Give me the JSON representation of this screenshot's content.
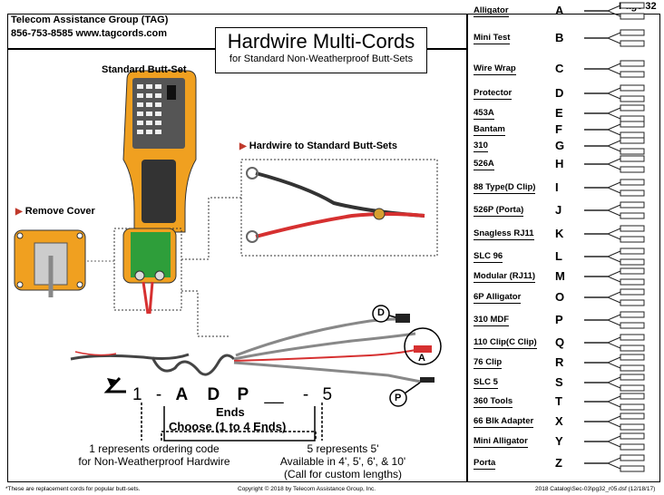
{
  "page_number": "Page 32",
  "company": {
    "name": "Telecom Assistance Group (TAG)",
    "contact": "856-753-8585  www.tagcords.com"
  },
  "title": {
    "main": "Hardwire Multi-Cords",
    "sub": "for Standard Non-Weatherproof Butt-Sets"
  },
  "labels": {
    "butt_set": "Standard Butt-Set",
    "remove_cover": "Remove Cover",
    "hardwire": "Hardwire to Standard Butt-Sets",
    "callout_d": "D",
    "callout_a": "A",
    "callout_p": "P"
  },
  "order_code": {
    "c1": "1",
    "d1": "-",
    "c2": "A",
    "c3": "D",
    "c4": "P",
    "c5": "__",
    "d2": "-",
    "c6": "5",
    "ends_title": "Ends",
    "ends_choose": "Choose (1  to  4 Ends)",
    "note_left_1": "1 represents ordering code",
    "note_left_2": "for Non-Weatherproof Hardwire",
    "note_right_1": "5 represents 5'",
    "note_right_2": "Available in 4', 5', 6', & 10'",
    "note_right_3": "(Call for custom lengths)"
  },
  "connectors": [
    {
      "label": "Alligator",
      "letter": "A"
    },
    {
      "label": "Mini Test",
      "letter": "B"
    },
    {
      "label": "Wire Wrap",
      "letter": "C"
    },
    {
      "label": "Protector",
      "letter": "D"
    },
    {
      "label": "453A",
      "letter": "E"
    },
    {
      "label": "Bantam",
      "letter": "F"
    },
    {
      "label": "310",
      "letter": "G"
    },
    {
      "label": "526A",
      "letter": "H"
    },
    {
      "label": "88 Type(D Clip)",
      "letter": "I"
    },
    {
      "label": "526P (Porta)",
      "letter": "J"
    },
    {
      "label": "Snagless RJ11",
      "letter": "K"
    },
    {
      "label": "SLC 96",
      "letter": "L"
    },
    {
      "label": "Modular (RJ11)",
      "letter": "M"
    },
    {
      "label": "6P Alligator",
      "letter": "O"
    },
    {
      "label": "310 MDF",
      "letter": "P"
    },
    {
      "label": "110 Clip(C Clip)",
      "letter": "Q"
    },
    {
      "label": "76 Clip",
      "letter": "R"
    },
    {
      "label": "SLC 5",
      "letter": "S"
    },
    {
      "label": "360 Tools",
      "letter": "T"
    },
    {
      "label": "66 Blk Adapter",
      "letter": "X"
    },
    {
      "label": "Mini Alligator",
      "letter": "Y"
    },
    {
      "label": "Porta",
      "letter": "Z"
    }
  ],
  "footer": {
    "note": "*These are replacement cords for popular butt-sets.",
    "copyright": "Copyright © 2018 by Telecom Assistance Group, Inc.",
    "catalog": "2018 Catalog\\Sec-03\\pg32_r05.dsf (12/18/17)"
  },
  "colors": {
    "accent_red": "#c0392b",
    "butt_set_orange": "#f0a020",
    "wire_red": "#d63030",
    "wire_gray": "#888888"
  }
}
